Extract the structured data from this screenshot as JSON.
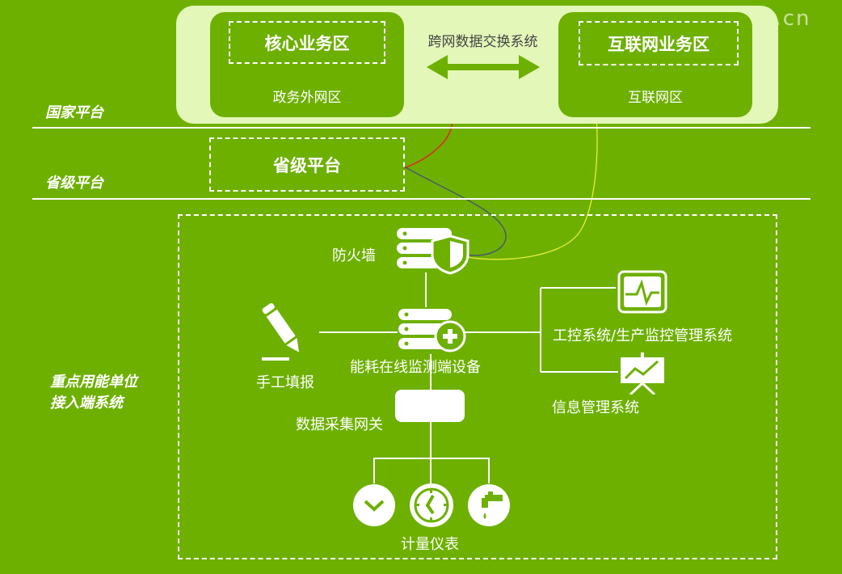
{
  "watermark": "ybzhan.cn",
  "national": {
    "tier_label": "国家平台",
    "core_zone": {
      "title": "核心业务区",
      "network": "政务外网区"
    },
    "exchange_label": "跨网数据交换系统",
    "internet_zone": {
      "title": "互联网业务区",
      "network": "互联网区"
    }
  },
  "provincial": {
    "tier_label": "省级平台",
    "box_label": "省级平台"
  },
  "endpoint": {
    "tier_label_line1": "重点用能单位",
    "tier_label_line2": "接入端系统",
    "firewall": "防火墙",
    "monitor_device": "能耗在线监测端设备",
    "manual_report": "手工填报",
    "control_system": "工控系统/生产监控管理系统",
    "info_system": "信息管理系统",
    "gateway": "数据采集网关",
    "meters": "计量仪表"
  },
  "icons": [
    "pencil-icon",
    "server-shield-icon",
    "server-plus-icon",
    "control-monitor-icon",
    "presentation-chart-icon",
    "gauge-icon",
    "clock-icon",
    "water-tap-icon",
    "double-arrow-icon"
  ],
  "colors": {
    "background": "#6db000",
    "panel": "#e3f7b8",
    "wire_red": "#e0241b",
    "wire_dark": "#4a5a6a",
    "wire_yellow": "#e8ef3a"
  }
}
